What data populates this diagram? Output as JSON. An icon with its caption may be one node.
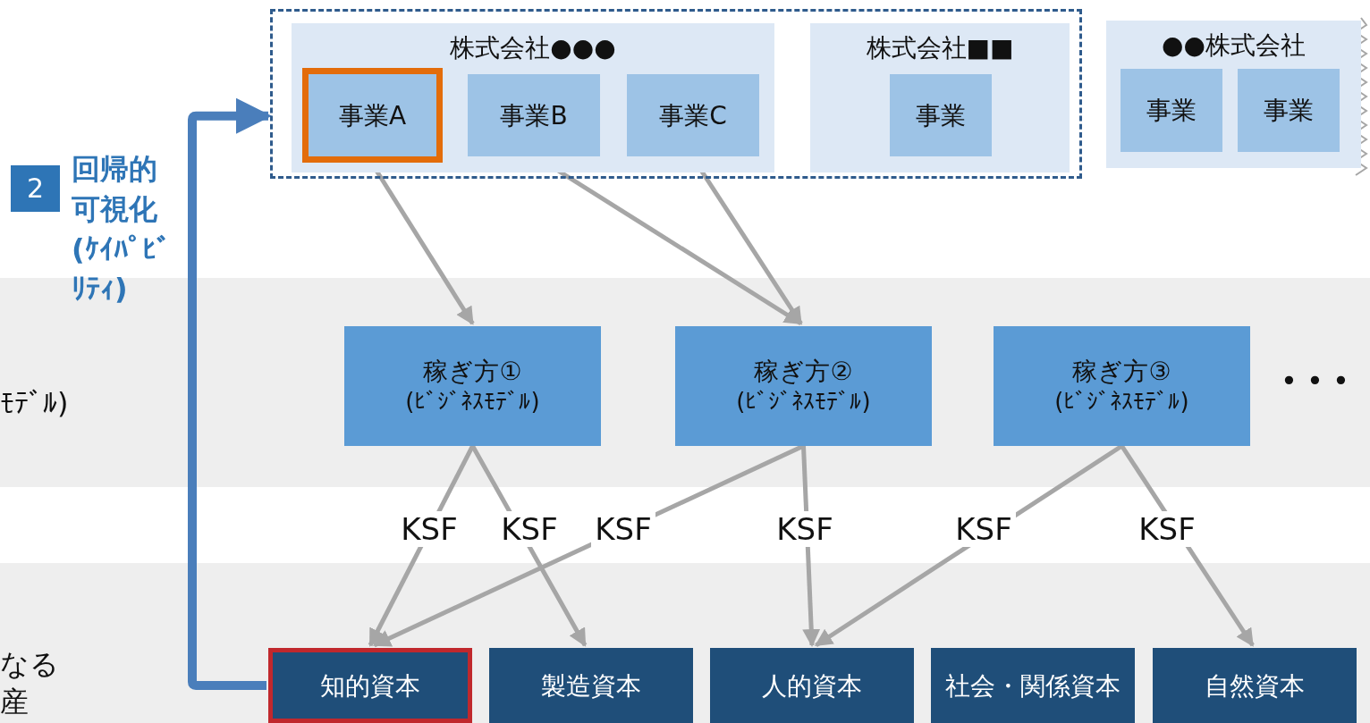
{
  "diagram": {
    "nodes": [
      {
        "text": [],
        "shape": "box"
      },
      {
        "text": [
          "株式会社●●●"
        ],
        "in": 0
      },
      {
        "text": [
          "事業A"
        ],
        "in": 1
      },
      {
        "text": [
          "事業B"
        ],
        "in": 1
      },
      {
        "text": [
          "事業C"
        ],
        "in": 1
      },
      {
        "text": [
          "株式会社■■"
        ],
        "in": 0
      },
      {
        "text": [
          "事業"
        ],
        "in": 5
      },
      {
        "text": [
          "●●株式会社"
        ]
      },
      {
        "text": [
          "事業"
        ],
        "in": 7
      },
      {
        "text": [
          "事業"
        ],
        "in": 7
      },
      {
        "text": [
          "2"
        ],
        "beside": [
          "回帰的可視化(ｹｲﾊﾟﾋﾞﾘﾃｨ)"
        ]
      },
      {
        "text": [
          "稼ぎ方①",
          "(ﾋﾞｼﾞﾈｽﾓﾃﾞﾙ)"
        ]
      },
      {
        "text": [
          "稼ぎ方②",
          "(ﾋﾞｼﾞﾈｽﾓﾃﾞﾙ)"
        ]
      },
      {
        "text": [
          "稼ぎ方③",
          "(ﾋﾞｼﾞﾈｽﾓﾃﾞﾙ)"
        ]
      },
      {
        "text": [
          "知的資本"
        ]
      },
      {
        "text": [
          "製造資本"
        ]
      },
      {
        "text": [
          "人的資本"
        ]
      },
      {
        "text": [
          "社会・関係資本"
        ]
      },
      {
        "text": [
          "自然資本"
        ]
      }
    ],
    "edges": [
      {
        "from": 2,
        "to": 11,
        "arrow": "to"
      },
      {
        "from": 3,
        "to": 12,
        "arrow": "to"
      },
      {
        "from": 4,
        "to": 12,
        "arrow": "to"
      },
      {
        "from": 11,
        "to": 14,
        "arrow": "to",
        "label": "KSF"
      },
      {
        "from": 11,
        "to": 15,
        "arrow": "to",
        "label": "KSF"
      },
      {
        "from": 12,
        "to": 14,
        "arrow": "to",
        "label": "KSF"
      },
      {
        "from": 12,
        "to": 16,
        "arrow": "to",
        "label": "KSF"
      },
      {
        "from": 13,
        "to": 16,
        "arrow": "to",
        "label": "KSF"
      },
      {
        "from": 13,
        "to": 18,
        "arrow": "to",
        "label": "KSF"
      },
      {
        "from": 14,
        "to": 0,
        "arrow": "to",
        "style": "thick",
        "color": "#4a7ebb"
      }
    ],
    "labels": [
      "ﾓﾃﾞﾙ)",
      "• • •",
      "なる産"
    ]
  }
}
